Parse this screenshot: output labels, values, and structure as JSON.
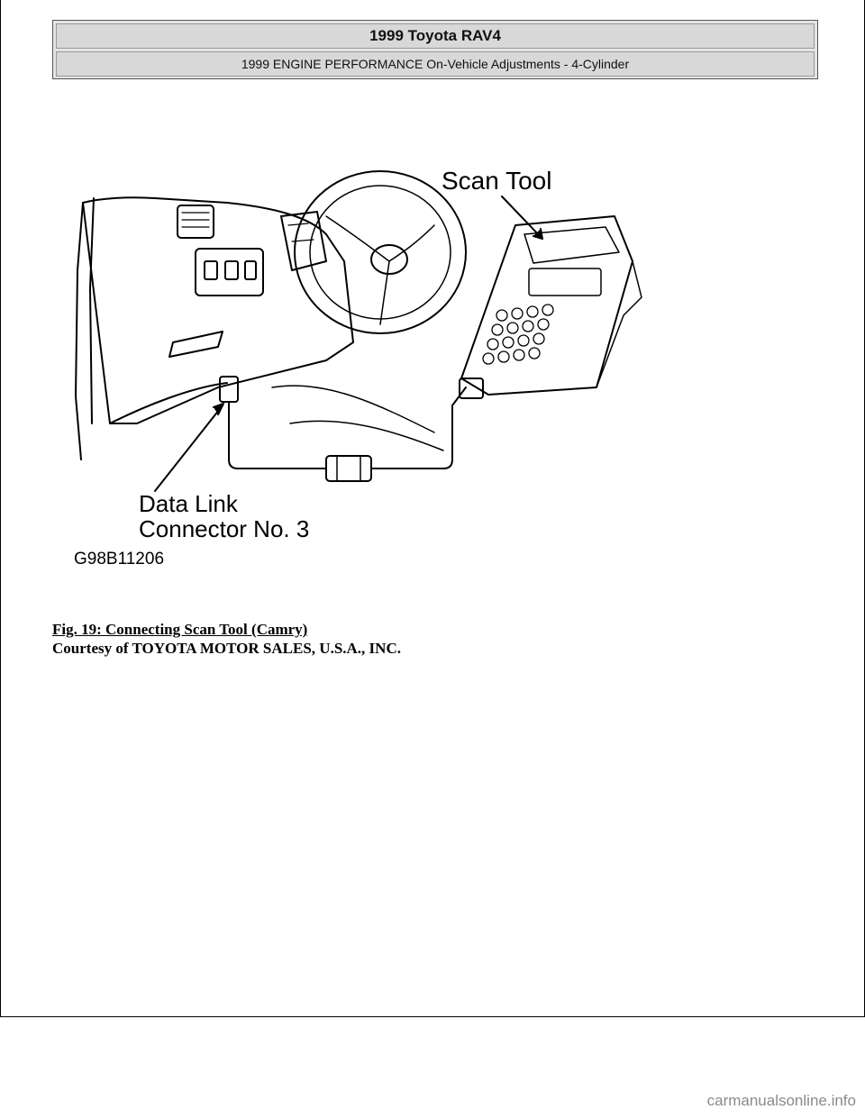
{
  "header": {
    "title": "1999 Toyota RAV4",
    "subtitle": "1999 ENGINE PERFORMANCE On-Vehicle Adjustments - 4-Cylinder"
  },
  "figure": {
    "label_scan_tool": "Scan Tool",
    "label_dlc_line1": "Data Link",
    "label_dlc_line2": "Connector No. 3",
    "code": "G98B11206"
  },
  "caption": {
    "title": "Fig. 19: Connecting Scan Tool (Camry)",
    "courtesy": "Courtesy of TOYOTA MOTOR SALES, U.S.A., INC."
  },
  "watermark": "carmanualsonline.info"
}
